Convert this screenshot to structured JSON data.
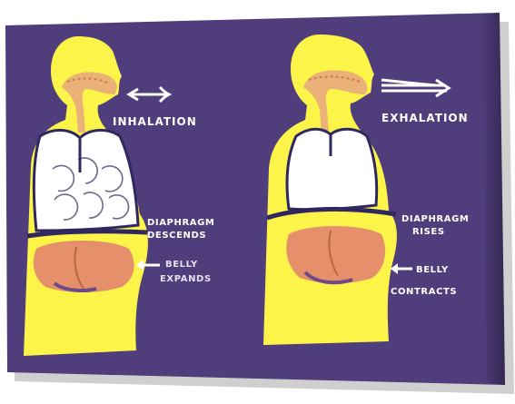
{
  "colors": {
    "background": "#4f3d7c",
    "body": "#fdf44a",
    "lungs": "#ffffff",
    "airway": "#eab179",
    "organs": "#e5906a",
    "outline": "#2f2860",
    "arrow": "#ffffff"
  },
  "inhalation": {
    "title": "INHALATION",
    "diaphragm_line1": "DIAPHRAGM",
    "diaphragm_line2": "DESCENDS",
    "belly_line1": "BELLY",
    "belly_line2": "EXPANDS"
  },
  "exhalation": {
    "title": "EXHALATION",
    "diaphragm_line1": "DIAPHRAGM",
    "diaphragm_line2": "RISES",
    "belly_line1": "BELLY",
    "belly_line2": "CONTRACTS"
  }
}
